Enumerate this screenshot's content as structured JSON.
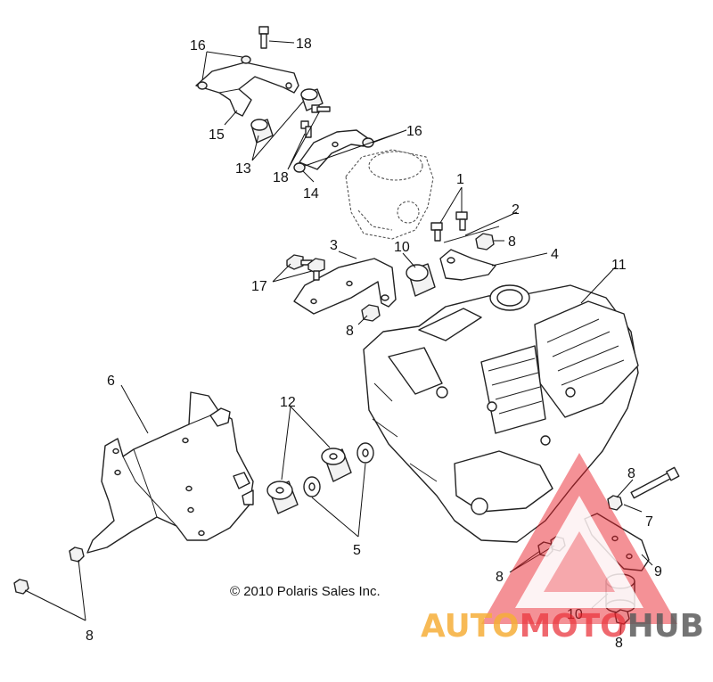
{
  "diagram": {
    "copyright": "© 2010 Polaris Sales Inc.",
    "callouts": [
      "16",
      "18",
      "15",
      "13",
      "18",
      "14",
      "16",
      "1",
      "2",
      "8",
      "4",
      "3",
      "10",
      "11",
      "17",
      "8",
      "6",
      "12",
      "5",
      "8",
      "7",
      "8",
      "9",
      "10",
      "8",
      "8"
    ]
  },
  "watermark": {
    "word_part1": "AUTO",
    "word_part2": "MOTO",
    "word_part3": "HUB",
    "color_orange": "#f5a623",
    "color_red": "#e8202a",
    "color_dark": "#4a4a4a"
  }
}
